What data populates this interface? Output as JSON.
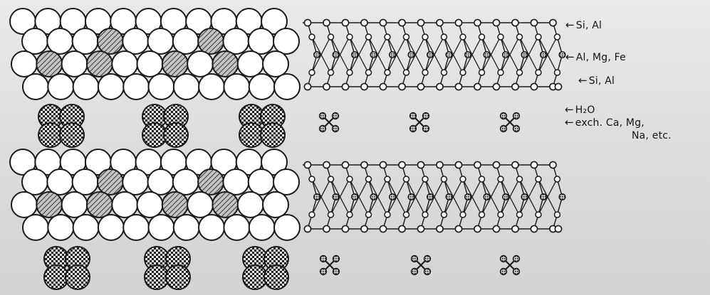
{
  "labels": {
    "tetrahedral_top": "Si, Al",
    "octahedral": "Al, Mg, Fe",
    "tetrahedral_bottom": "Si, Al",
    "water": "H₂O",
    "exchange_line1": "exch. Ca, Mg,",
    "exchange_line2": "Na, etc.",
    "arrow": "←"
  },
  "colors": {
    "background": "#e3e3e3",
    "outline": "#1a1a1a",
    "open_atom": "#ffffff",
    "hatched_atom": "#9a9a9a",
    "checkered_atom": "#3c3c3c"
  },
  "icons": {
    "open_atom": "open-circle",
    "hatched_atom": "hatched-circle",
    "checkered_atom": "checkered-circle",
    "arrow": "left-arrow"
  }
}
